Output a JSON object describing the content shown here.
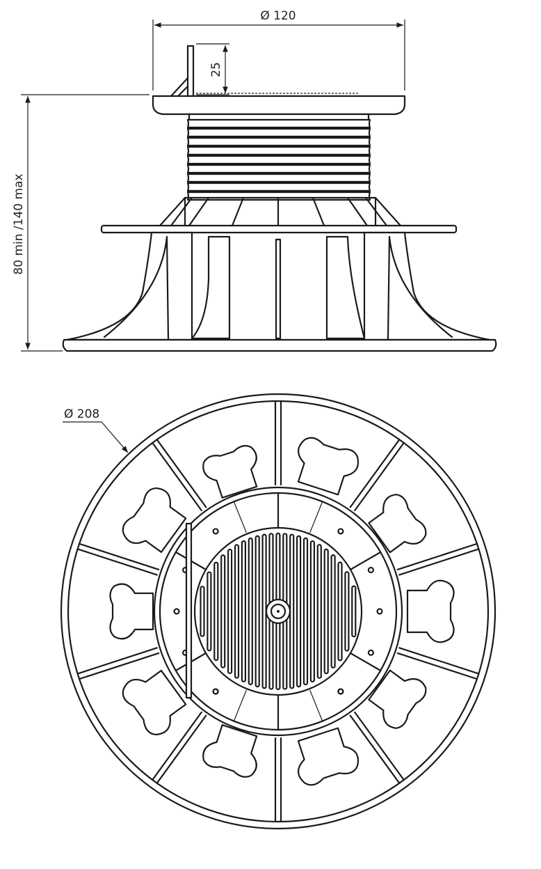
{
  "dimensions": {
    "top_diameter": "Ø 120",
    "head_height": "25",
    "height_range": "80 min  /140 max",
    "base_diameter": "Ø 208"
  },
  "colors": {
    "line": "#1a1a1a",
    "background": "#ffffff"
  }
}
